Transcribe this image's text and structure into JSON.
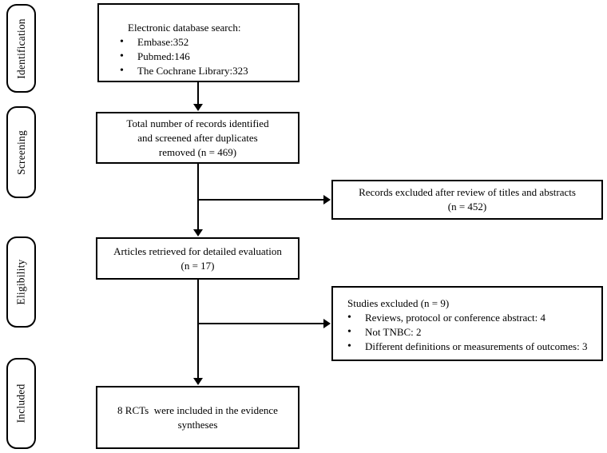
{
  "colors": {
    "border": "#000000",
    "text": "#000000",
    "background": "#ffffff"
  },
  "stages": [
    {
      "label": "Identification"
    },
    {
      "label": "Screening"
    },
    {
      "label": "Eligibility"
    },
    {
      "label": "Included"
    }
  ],
  "boxes": {
    "search": {
      "title": "Electronic database search:",
      "items": [
        "Embase:352",
        "Pubmed:146",
        "The Cochrane Library:323"
      ]
    },
    "screened": {
      "lines": [
        "Total number of records identified",
        "and screened after duplicates",
        "removed (n = 469)"
      ]
    },
    "excluded_records": {
      "lines": [
        "Records excluded after review of titles and abstracts",
        "(n = 452)"
      ]
    },
    "retrieved": {
      "lines": [
        "Articles retrieved for detailed evaluation",
        "(n = 17)"
      ]
    },
    "excluded_studies": {
      "title": "Studies excluded (n = 9)",
      "items": [
        "Reviews, protocol or conference abstract: 4",
        "Not TNBC: 2",
        "Different definitions or measurements of outcomes: 3"
      ]
    },
    "included": {
      "lines": [
        "8 RCTs  were included in the evidence",
        "syntheses"
      ]
    }
  }
}
